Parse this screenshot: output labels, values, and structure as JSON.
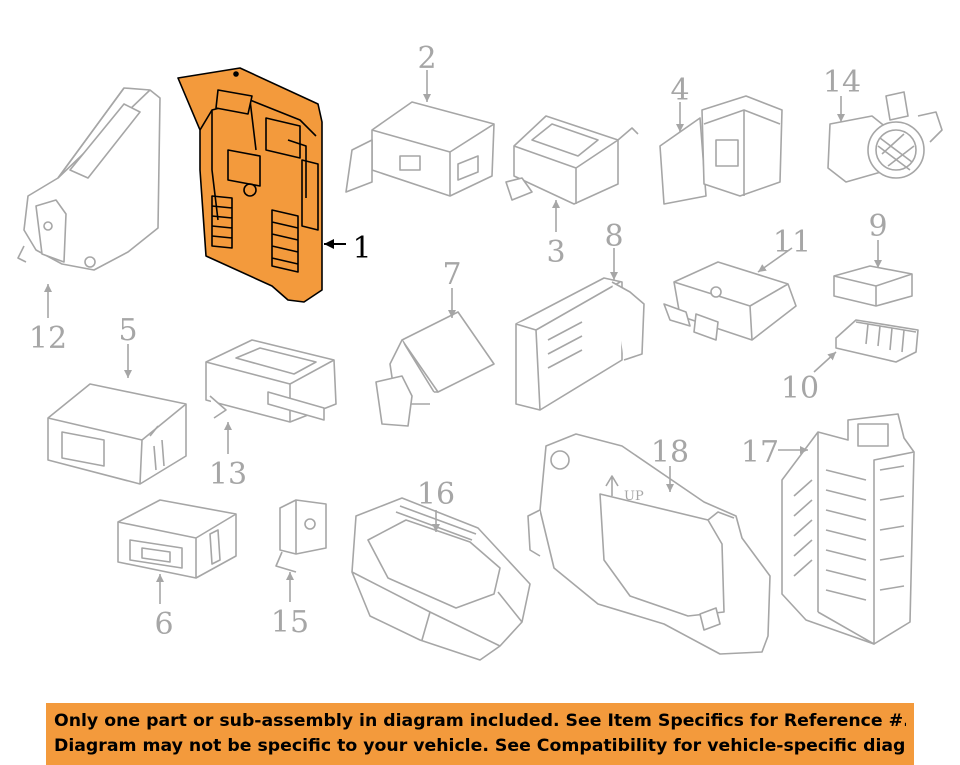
{
  "highlight_color": "#F39A3C",
  "line_color": "#A6A6A6",
  "labels": {
    "p1": "1",
    "p2": "2",
    "p3": "3",
    "p4": "4",
    "p5": "5",
    "p6": "6",
    "p7": "7",
    "p8": "8",
    "p9": "9",
    "p10": "10",
    "p11": "11",
    "p12": "12",
    "p13": "13",
    "p14": "14",
    "p15": "15",
    "p16": "16",
    "p17": "17",
    "p18": "18"
  },
  "part_markings": {
    "up": "UP"
  },
  "banner": {
    "line1": "Only one part or sub-assembly in diagram included. See Item Specifics for Reference #.",
    "line2": "Diagram may not be specific to your vehicle. See Compatibility for vehicle-specific diagrams."
  }
}
